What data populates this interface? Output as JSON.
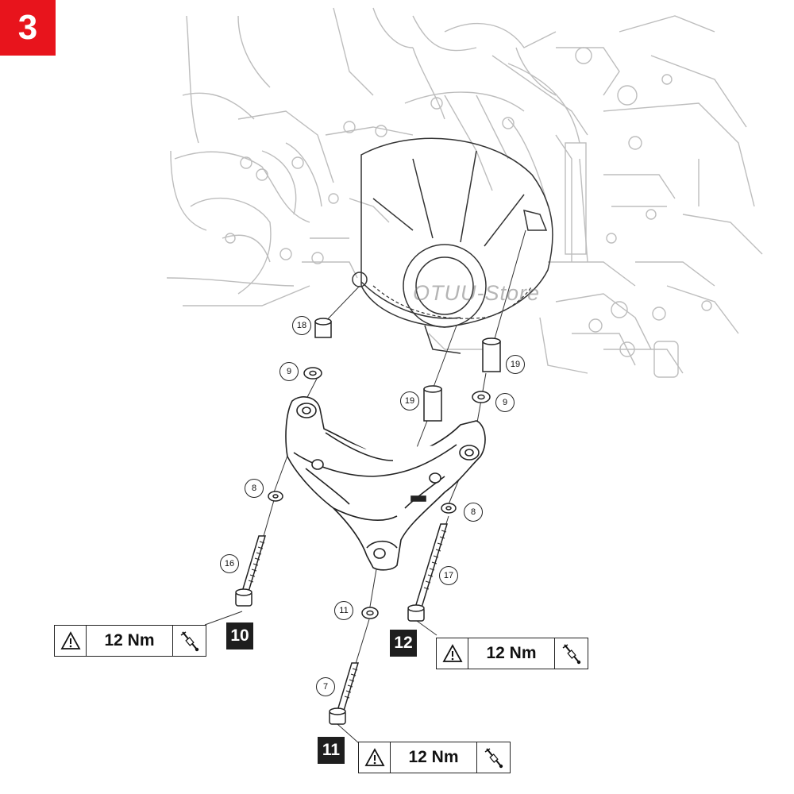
{
  "step": {
    "number": "3",
    "color": "#e8141c"
  },
  "watermark": "OTUU-Store",
  "callouts": {
    "c18": "18",
    "c9_left": "9",
    "c19_center": "19",
    "c19_right": "19",
    "c9_right": "9",
    "c8_left": "8",
    "c8_right": "8",
    "c16": "16",
    "c17": "17",
    "c11": "11",
    "c7": "7"
  },
  "sequence": {
    "s10": "10",
    "s11": "11",
    "s12": "12"
  },
  "torque": {
    "t10": {
      "value": "12 Nm",
      "icon": "warning-icon",
      "tool": "torque-wrench-icon"
    },
    "t12": {
      "value": "12 Nm",
      "icon": "warning-icon",
      "tool": "torque-wrench-icon"
    },
    "t11": {
      "value": "12 Nm",
      "icon": "warning-icon",
      "tool": "torque-wrench-icon"
    }
  },
  "colors": {
    "line": "#222222",
    "faint": "#b9b9b9",
    "badge": "#1e1e1e"
  }
}
